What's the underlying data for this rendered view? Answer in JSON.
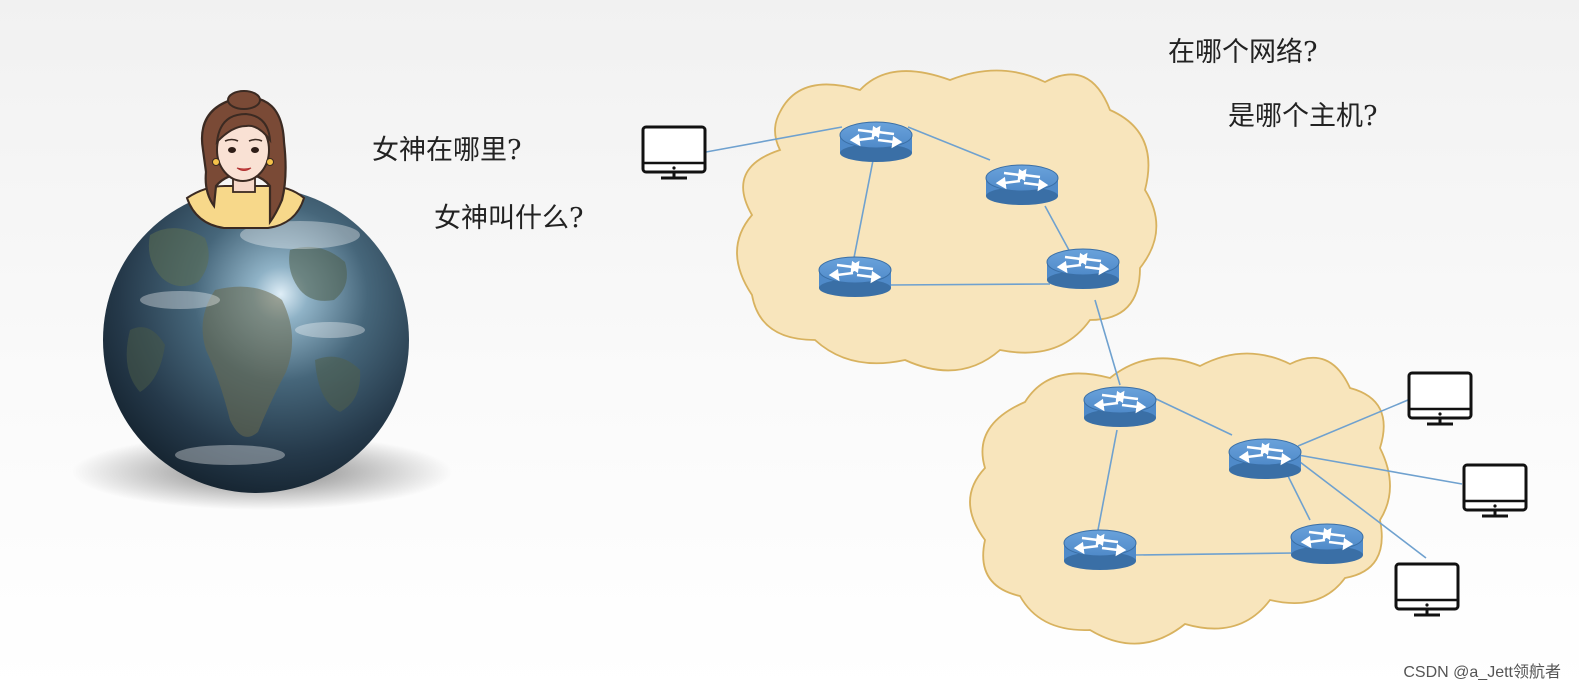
{
  "questions": {
    "where_is_goddess": "女神在哪里?",
    "goddess_name": "女神叫什么?",
    "which_network": "在哪个网络?",
    "which_host": "是哪个主机?"
  },
  "watermark": "CSDN @a_Jett领航者",
  "colors": {
    "cloud_fill": "#f8e5bc",
    "cloud_stroke": "#d8b25f",
    "router_fill": "#4f8ac9",
    "router_dark": "#3a6fa6",
    "link": "#6fa1cf"
  }
}
